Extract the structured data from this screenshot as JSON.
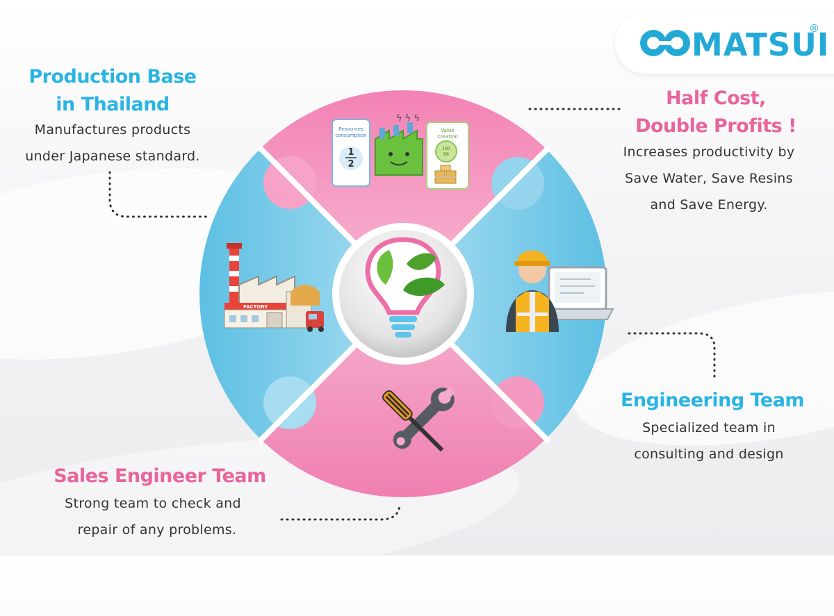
{
  "logo": {
    "name": "MATSUI",
    "registered": "®"
  },
  "sections": {
    "production": {
      "heading_line1": "Production Base",
      "heading_line2": "in Thailand",
      "text_line1": "Manufactures products",
      "text_line2": "under Japanese standard."
    },
    "half_cost": {
      "heading_line1": "Half Cost,",
      "heading_line2": "Double Profits !",
      "text_line1": "Increases productivity by",
      "text_line2": "Save Water, Save Resins",
      "text_line3": "and Save Energy."
    },
    "engineering": {
      "heading": "Engineering Team",
      "text_line1": "Specialized team in",
      "text_line2": "consulting and design"
    },
    "sales": {
      "heading": "Sales Engineer Team",
      "text_line1": "Strong team to check and",
      "text_line2": "repair of any problems."
    }
  },
  "diagram": {
    "top_card": {
      "left_label_line1": "Resources",
      "left_label_line2": "consumption",
      "fraction_num": "1",
      "fraction_den": "2",
      "right_label_line1": "Value",
      "right_label_line2": "Creation",
      "coin_line1": "100",
      "coin_line2": "B8"
    },
    "factory_sign": "FACTORY"
  },
  "colors": {
    "blue": "#2ab4e4",
    "pink": "#e8659b",
    "blue_piece": "#7fcde9",
    "pink_piece": "#f391bc"
  }
}
